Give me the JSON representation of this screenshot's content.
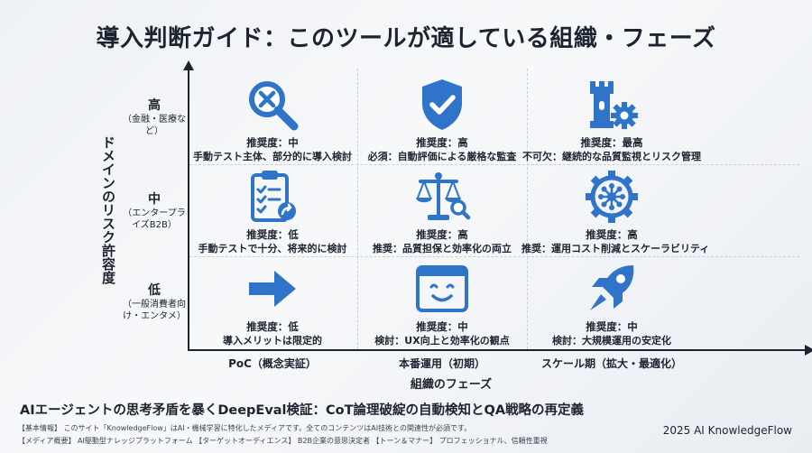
{
  "title": "導入判断ガイド：このツールが適している組織・フェーズ",
  "y_axis_title": "ドメインのリスク許容度",
  "x_axis_title": "組織のフェーズ",
  "rows": [
    {
      "main": "高",
      "sub": "（金融・医療など）"
    },
    {
      "main": "中",
      "sub": "（エンタープライズB2B）"
    },
    {
      "main": "低",
      "sub": "（一般消費者向け・エンタメ）"
    }
  ],
  "columns": [
    "PoC（概念実証）",
    "本番運用（初期）",
    "スケール期（拡大・最適化）"
  ],
  "cells": [
    {
      "icon": "magnifier-x-icon",
      "rec": "推奨度：中",
      "desc": "手動テスト主体、部分的に導入検討"
    },
    {
      "icon": "shield-check-icon",
      "rec": "推奨度：高",
      "desc": "必須：自動評価による厳格な監査"
    },
    {
      "icon": "castle-gear-icon",
      "rec": "推奨度：最高",
      "desc": "不可欠：継続的な品質監視とリスク管理"
    },
    {
      "icon": "clipboard-check-icon",
      "rec": "推奨度：低",
      "desc": "手動テストで十分、将来的に検討"
    },
    {
      "icon": "balance-scale-icon",
      "rec": "推奨度：高",
      "desc": "推奨：品質担保と効率化の両立"
    },
    {
      "icon": "gear-network-icon",
      "rec": "推奨度：高",
      "desc": "推奨：運用コスト削減とスケーラビリティ"
    },
    {
      "icon": "arrow-right-icon",
      "rec": "推奨度：低",
      "desc": "導入メリットは限定的"
    },
    {
      "icon": "smiley-window-icon",
      "rec": "推奨度：中",
      "desc": "検討：UX向上と効率化の観点"
    },
    {
      "icon": "rocket-icon",
      "rec": "推奨度：中",
      "desc": "検討：大規模運用の安定化"
    }
  ],
  "colors": {
    "accent": "#2f74c8",
    "text": "#1c2430"
  },
  "footer": {
    "headline": "AIエージェントの思考矛盾を暴くDeepEval検証：CoT論理破綻の自動検知とQA戦略の再定義",
    "line1": "【基本情報】 このサイト「KnowledgeFlow」はAI・機械学習に特化したメディアです。全てのコンテンツはAI技術との関連性が必須です。",
    "line2": "【メディア概要】 AI駆動型ナレッジプラットフォーム 【ターゲットオーディエンス】 B2B企業の意思決定者 【トーン＆マナー】 プロフェッショナル、信頼性重視",
    "copyright": "2025 AI KnowledgeFlow"
  }
}
